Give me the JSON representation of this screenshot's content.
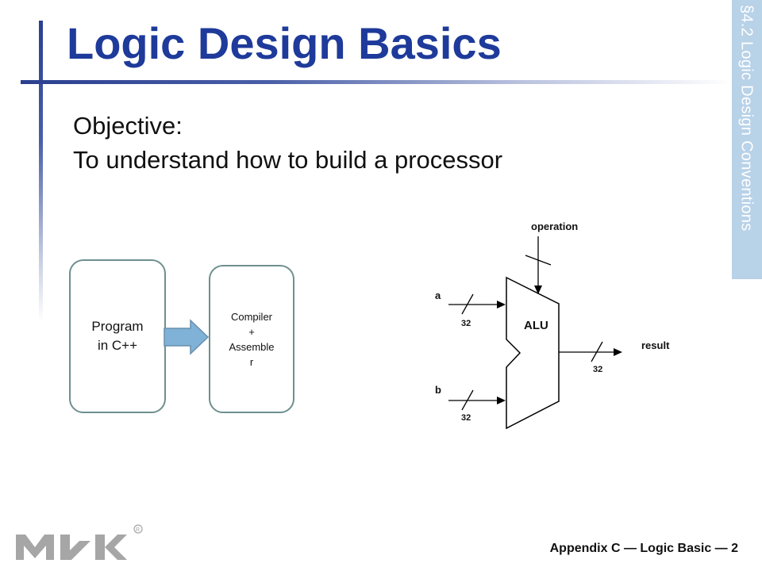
{
  "slide": {
    "title": "Logic Design Basics",
    "objective_line1": "Objective:",
    "objective_line2": "To understand how to build a processor",
    "section_label": "§4.2 Logic Design Conventions",
    "footer": "Appendix  C — Logic Basic — 2"
  },
  "diagram": {
    "program_box": "Program\nin C++",
    "compiler_box": "Compiler\n+\nAssemble\nr",
    "alu_label": "ALU",
    "operation_label": "operation",
    "input_a": "a",
    "input_b": "b",
    "result_label": "result",
    "bus_width_a": "32",
    "bus_width_b": "32",
    "bus_width_result": "32"
  },
  "colors": {
    "title": "#1e3a9a",
    "sidebar": "#b8d2e8",
    "arrow_fill": "#7fb2d6",
    "box_border": "#6f8f8f"
  }
}
